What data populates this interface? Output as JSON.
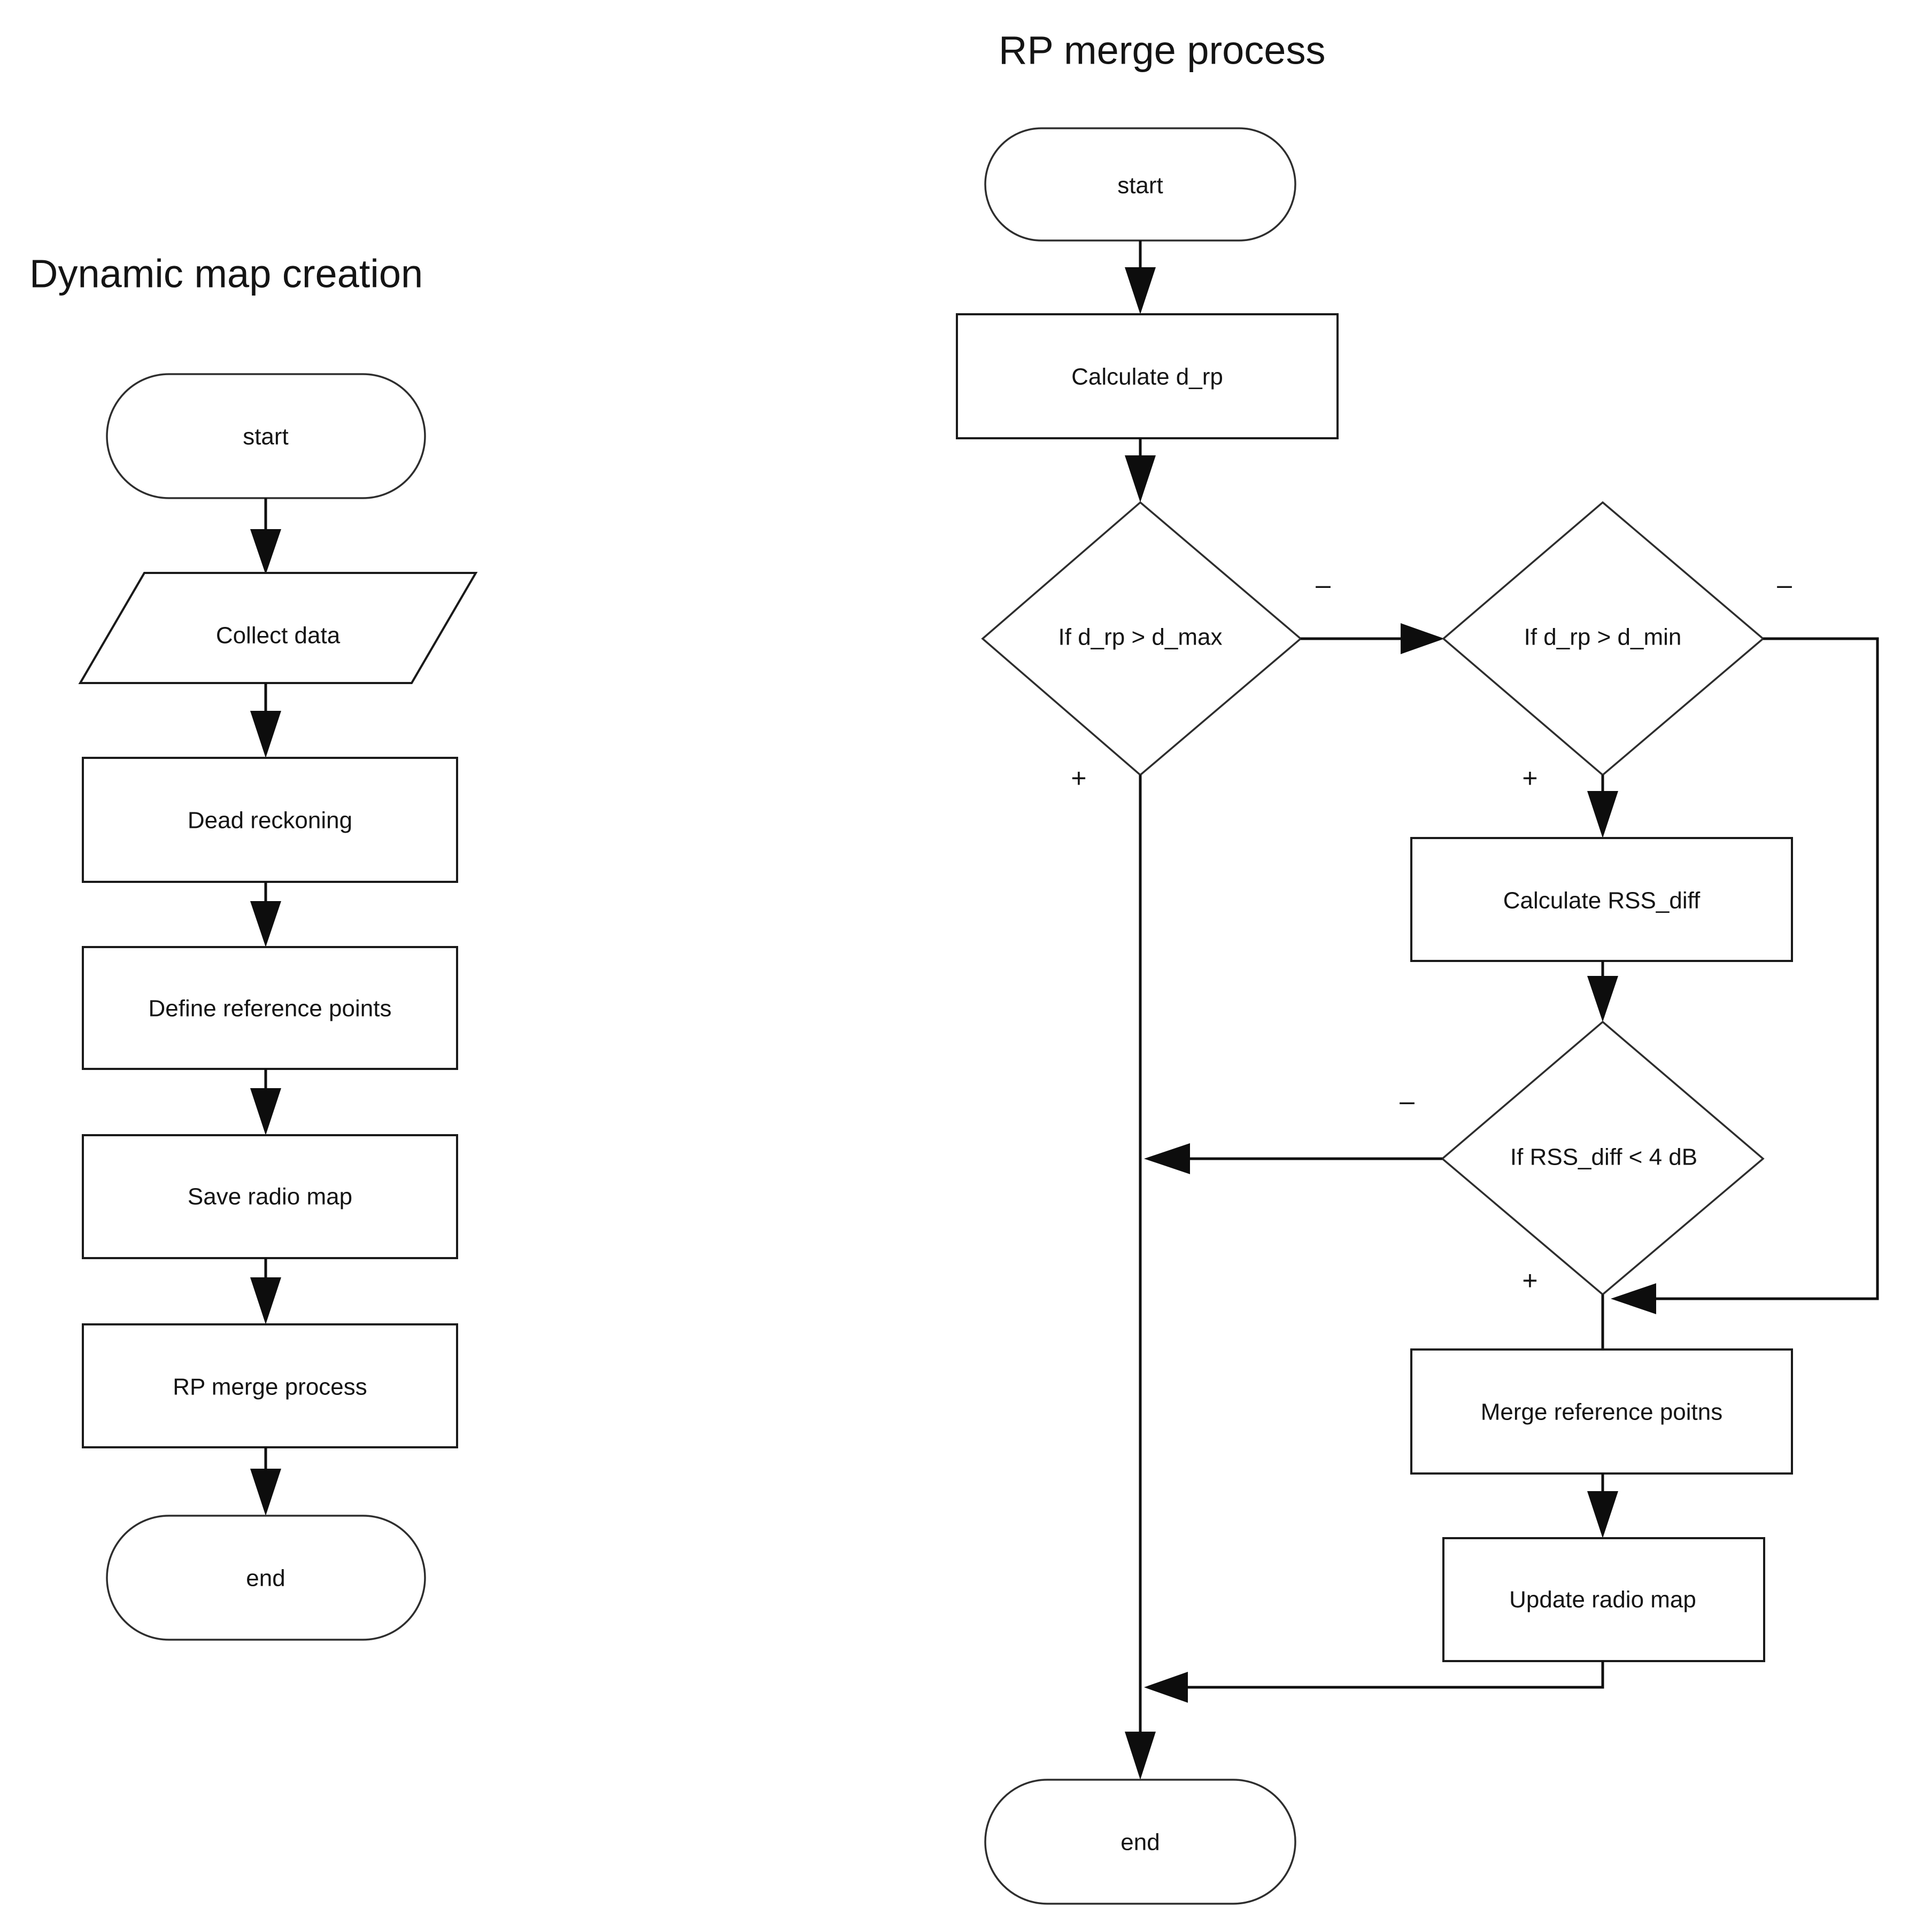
{
  "diagram": {
    "background_color": "#ffffff",
    "stroke_color": "#1a1a1a",
    "text_color": "#141414"
  },
  "left_flow": {
    "title": "Dynamic map creation",
    "nodes": [
      {
        "id": "l-start",
        "label": "start",
        "shape": "terminator"
      },
      {
        "id": "l-collect",
        "label": "Collect data",
        "shape": "parallelogram"
      },
      {
        "id": "l-dead",
        "label": "Dead reckoning",
        "shape": "process"
      },
      {
        "id": "l-define",
        "label": "Define reference points",
        "shape": "process"
      },
      {
        "id": "l-save",
        "label": "Save radio map",
        "shape": "process"
      },
      {
        "id": "l-merge",
        "label": "RP merge process",
        "shape": "process"
      },
      {
        "id": "l-end",
        "label": "end",
        "shape": "terminator"
      }
    ]
  },
  "right_flow": {
    "title": "RP merge process",
    "nodes": [
      {
        "id": "r-start",
        "label": "start",
        "shape": "terminator"
      },
      {
        "id": "r-calc-drp",
        "label": "Calculate d_rp",
        "shape": "process"
      },
      {
        "id": "r-if-dmax",
        "label": "If d_rp > d_max",
        "shape": "decision"
      },
      {
        "id": "r-if-dmin",
        "label": "If d_rp > d_min",
        "shape": "decision"
      },
      {
        "id": "r-calc-rss",
        "label": "Calculate RSS_diff",
        "shape": "process"
      },
      {
        "id": "r-if-rss",
        "label": "If RSS_diff < 4 dB",
        "shape": "decision"
      },
      {
        "id": "r-merge-rp",
        "label": "Merge reference poitns",
        "shape": "process"
      },
      {
        "id": "r-update",
        "label": "Update radio map",
        "shape": "process"
      },
      {
        "id": "r-end",
        "label": "end",
        "shape": "terminator"
      }
    ],
    "branch_labels": {
      "dmax_minus": "–",
      "dmax_plus": "+",
      "dmin_minus": "–",
      "dmin_plus": "+",
      "rss_minus": "–",
      "rss_plus": "+"
    }
  }
}
